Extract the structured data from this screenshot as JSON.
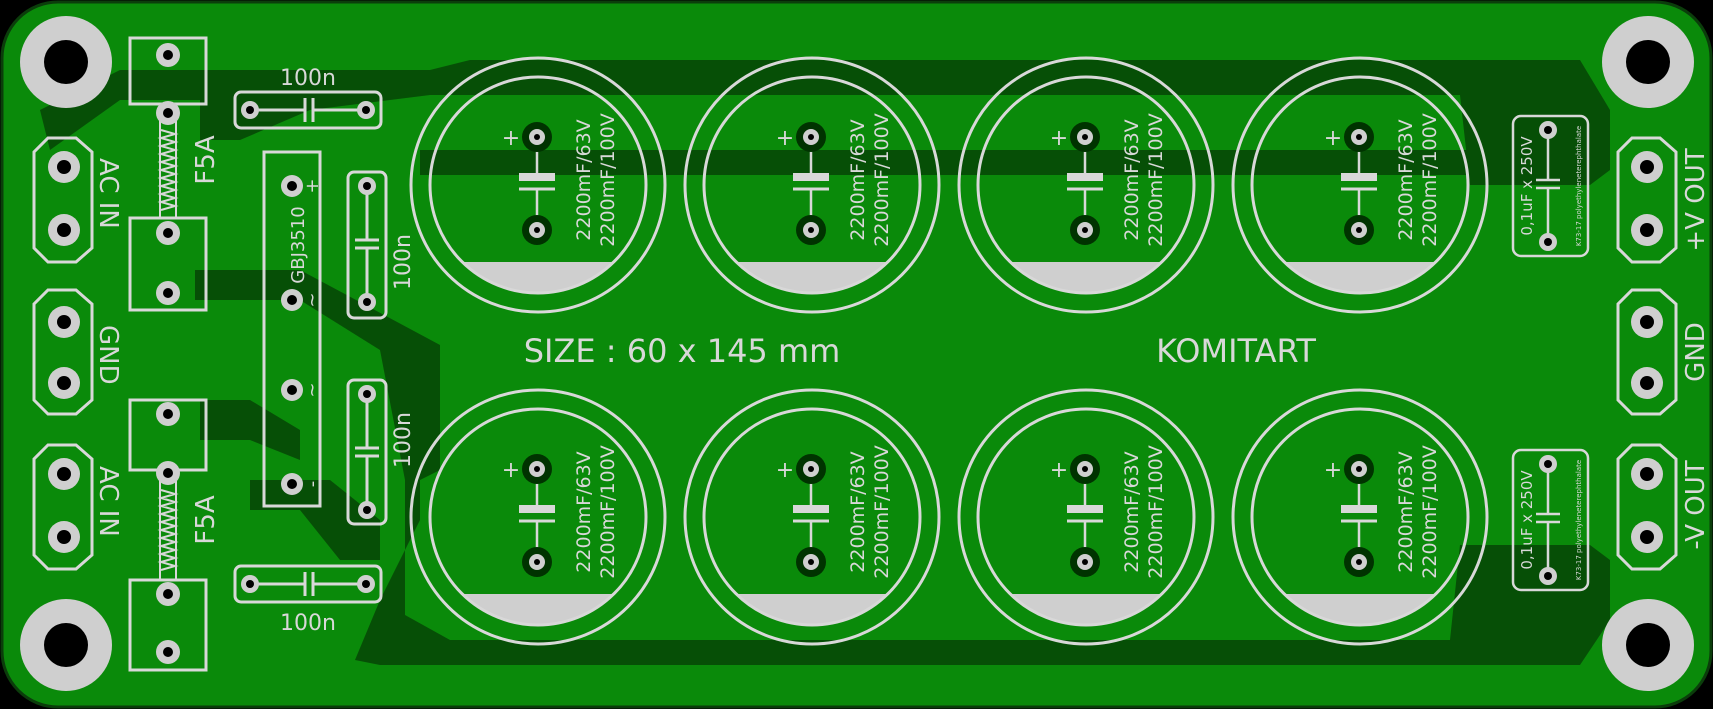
{
  "board": {
    "size_text": "SIZE : 60 x 145 mm",
    "brand": "KOMITART",
    "colors": {
      "background": "#000000",
      "pcb_green": "#0a8a0a",
      "copper_trace": "#064f06",
      "silkscreen": "#d8d8d8",
      "pad_dark": "#003300"
    }
  },
  "connectors": {
    "ac_in_top": "AC IN",
    "gnd_left": "GND",
    "ac_in_bottom": "AC IN",
    "v_plus_out": "+V OUT",
    "gnd_right": "GND",
    "v_minus_out": "-V OUT"
  },
  "fuses": {
    "top": "F5A",
    "bottom": "F5A"
  },
  "bridge": {
    "name": "GBJ3510",
    "pins": [
      "+",
      "~",
      "~",
      "-"
    ]
  },
  "small_caps": {
    "top_horizontal": "100n",
    "vertical_upper": "100n",
    "vertical_lower": "100n",
    "bottom_horizontal": "100n"
  },
  "electrolytics": {
    "label_line1": "2200mF/63V",
    "label_line2": "2200mF/100V",
    "polarity": "+",
    "count": 8
  },
  "film_caps": {
    "top": {
      "value": "0,1uF x 250V",
      "type": "K73-17 polyethyleneterephthalate"
    },
    "bottom": {
      "value": "0,1uF x 250V",
      "type": "K73-17 polyethyleneterephthalate"
    }
  }
}
